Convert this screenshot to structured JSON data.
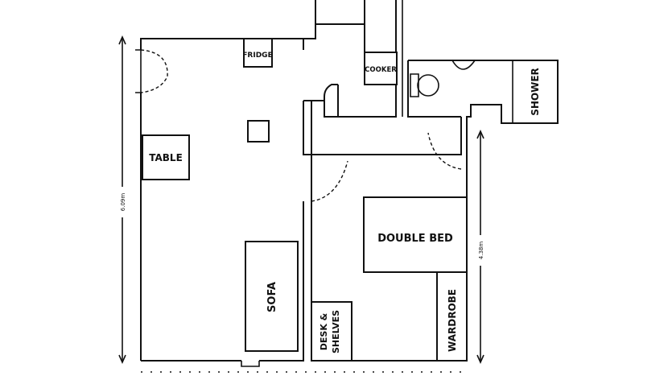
{
  "labels": {
    "fridge": "FRIDGE",
    "cooker": "COOKER",
    "shower": "SHOWER",
    "table": "TABLE",
    "double_bed": "DOUBLE BED",
    "sofa": "SOFA",
    "wardrobe": "WARDROBE",
    "desk_line1": "DESK &",
    "desk_line2": "SHELVES"
  },
  "dimensions": {
    "left_height": "6.09m",
    "right_height": "4.38m"
  },
  "colors": {
    "line": "#111111",
    "background": "#ffffff"
  }
}
